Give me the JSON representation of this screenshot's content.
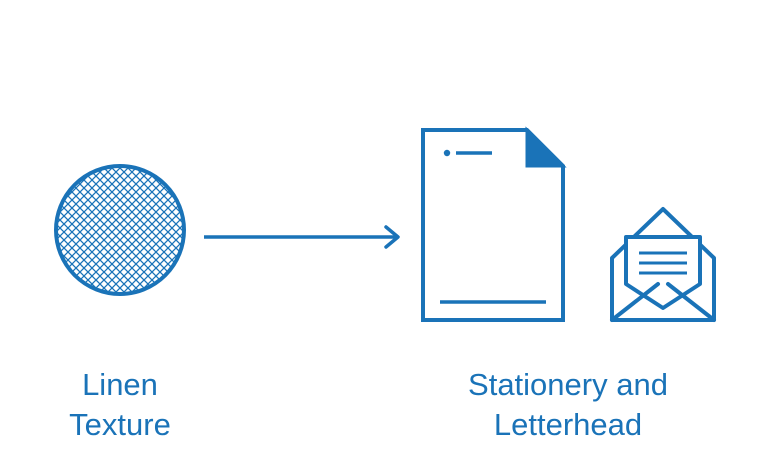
{
  "diagram": {
    "source": {
      "icon": "linen-texture-circle-icon",
      "label_lines": [
        "Linen",
        "Texture"
      ]
    },
    "target": {
      "icons": [
        "document-icon",
        "open-envelope-icon"
      ],
      "label_lines": [
        "Stationery and",
        "Letterhead"
      ]
    },
    "connector": "right-arrow",
    "colors": {
      "stroke": "#1a73b8",
      "text": "#1a73b8",
      "background": "#ffffff"
    }
  }
}
